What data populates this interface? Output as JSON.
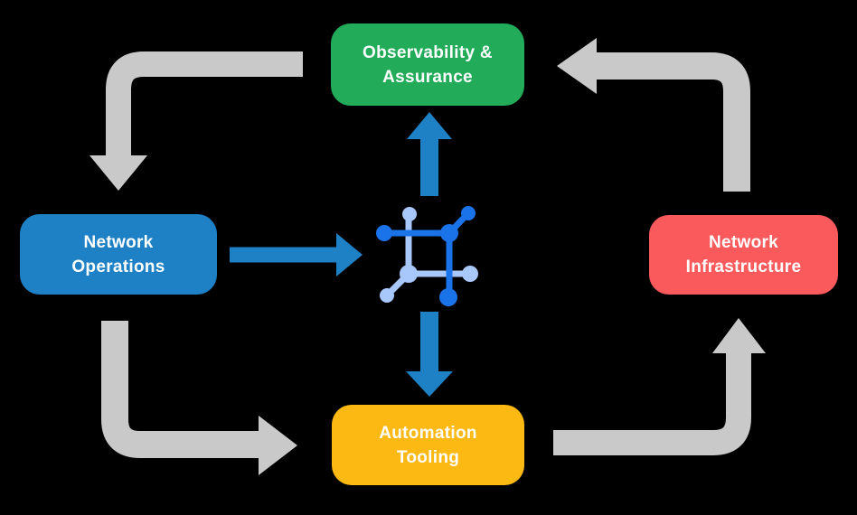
{
  "canvas": {
    "background": "#000000"
  },
  "boxes": {
    "observability": {
      "line1": "Observability &",
      "line2": "Assurance",
      "color": "#22AB59"
    },
    "operations": {
      "line1": "Network",
      "line2": "Operations",
      "color": "#1E81C5"
    },
    "infrastructure": {
      "line1": "Network",
      "line2": "Infrastructure",
      "color": "#FB5A5C"
    },
    "automation": {
      "line1": "Automation",
      "line2": "Tooling",
      "color": "#FDB913"
    }
  },
  "icon": {
    "name": "network-hub-icon",
    "color_dark": "#1A73E8",
    "color_light": "#A8C7FA"
  },
  "arrows": {
    "color_gray": "#C9C9C9",
    "color_blue": "#1E81C5",
    "edges": [
      {
        "from": "observability",
        "to": "operations",
        "style": "gray"
      },
      {
        "from": "operations",
        "to": "automation",
        "style": "gray"
      },
      {
        "from": "automation",
        "to": "infrastructure",
        "style": "gray"
      },
      {
        "from": "infrastructure",
        "to": "observability",
        "style": "gray"
      },
      {
        "from": "operations",
        "to": "network-hub",
        "style": "blue"
      },
      {
        "from": "network-hub",
        "to": "observability",
        "style": "blue"
      },
      {
        "from": "network-hub",
        "to": "automation",
        "style": "blue"
      }
    ]
  }
}
